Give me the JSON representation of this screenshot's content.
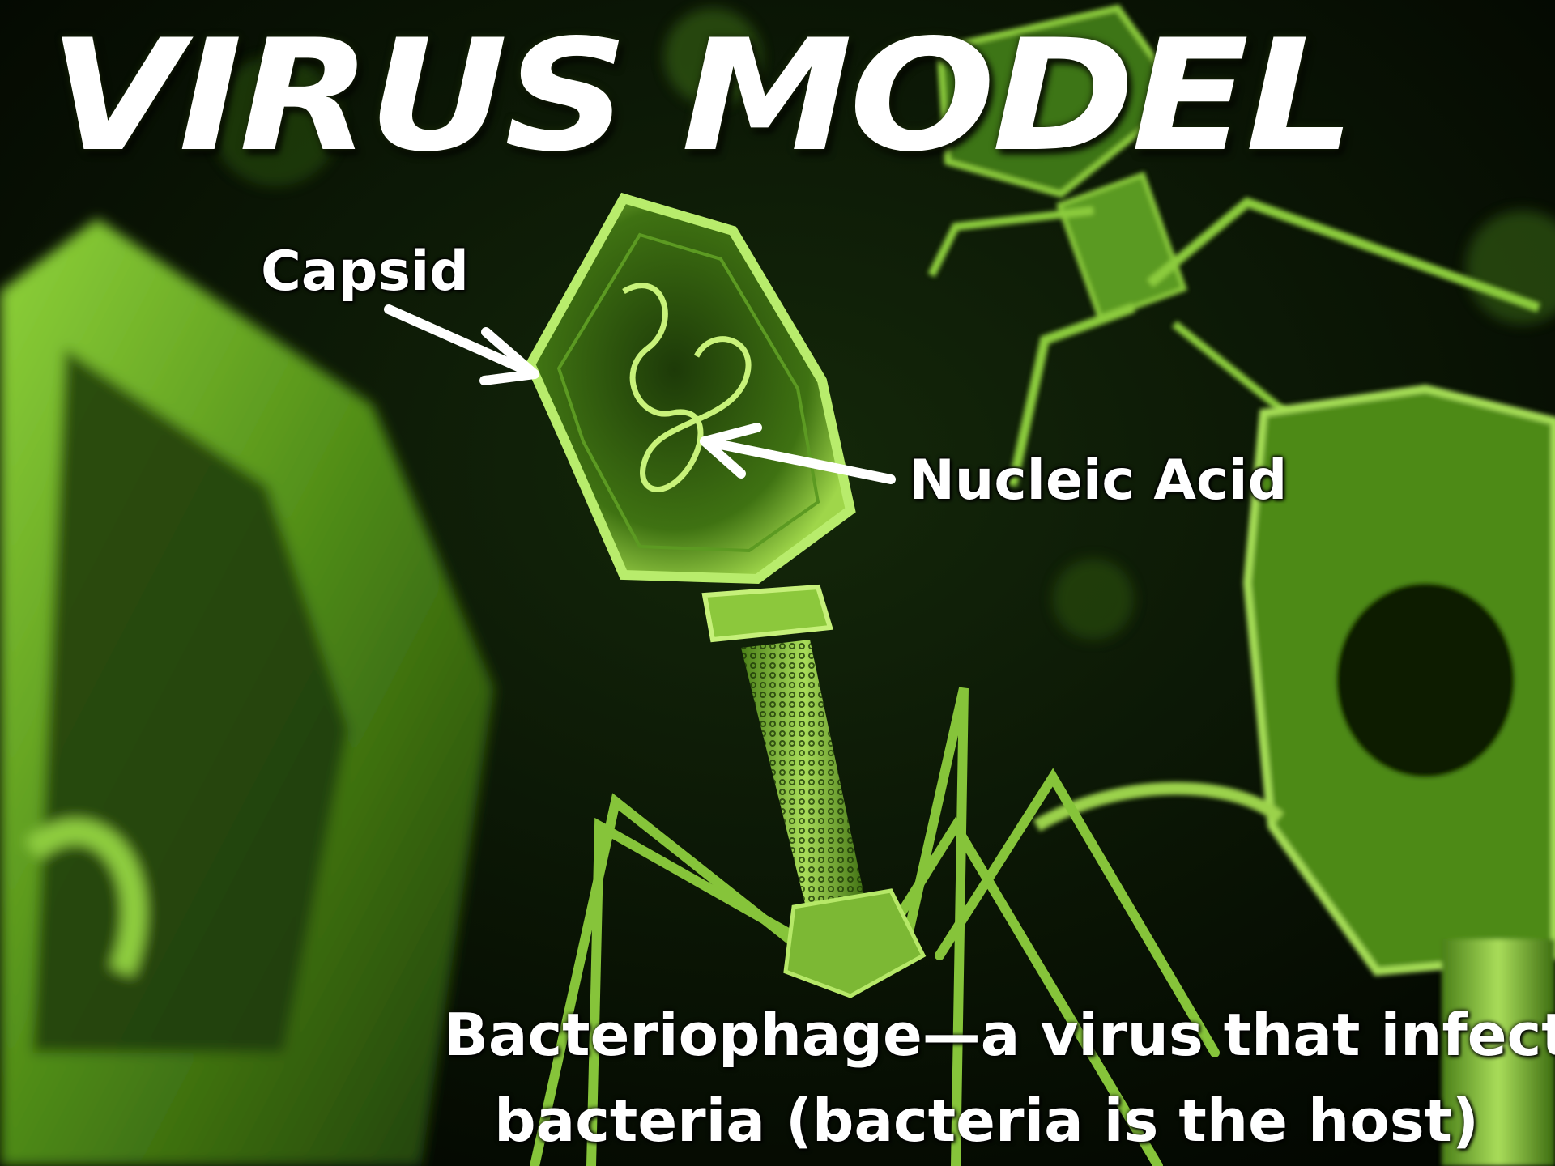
{
  "title": "VIRUS MODEL",
  "labels": {
    "capsid": "Capsid",
    "nucleic_acid": "Nucleic Acid"
  },
  "caption": {
    "line1": "Bacteriophage—a virus that infects",
    "line2": "bacteria (bacteria is the host)"
  },
  "colors": {
    "background": "#060c03",
    "virus_green": "#7ec02a",
    "virus_bright": "#c4f06a",
    "text": "#ffffff"
  }
}
